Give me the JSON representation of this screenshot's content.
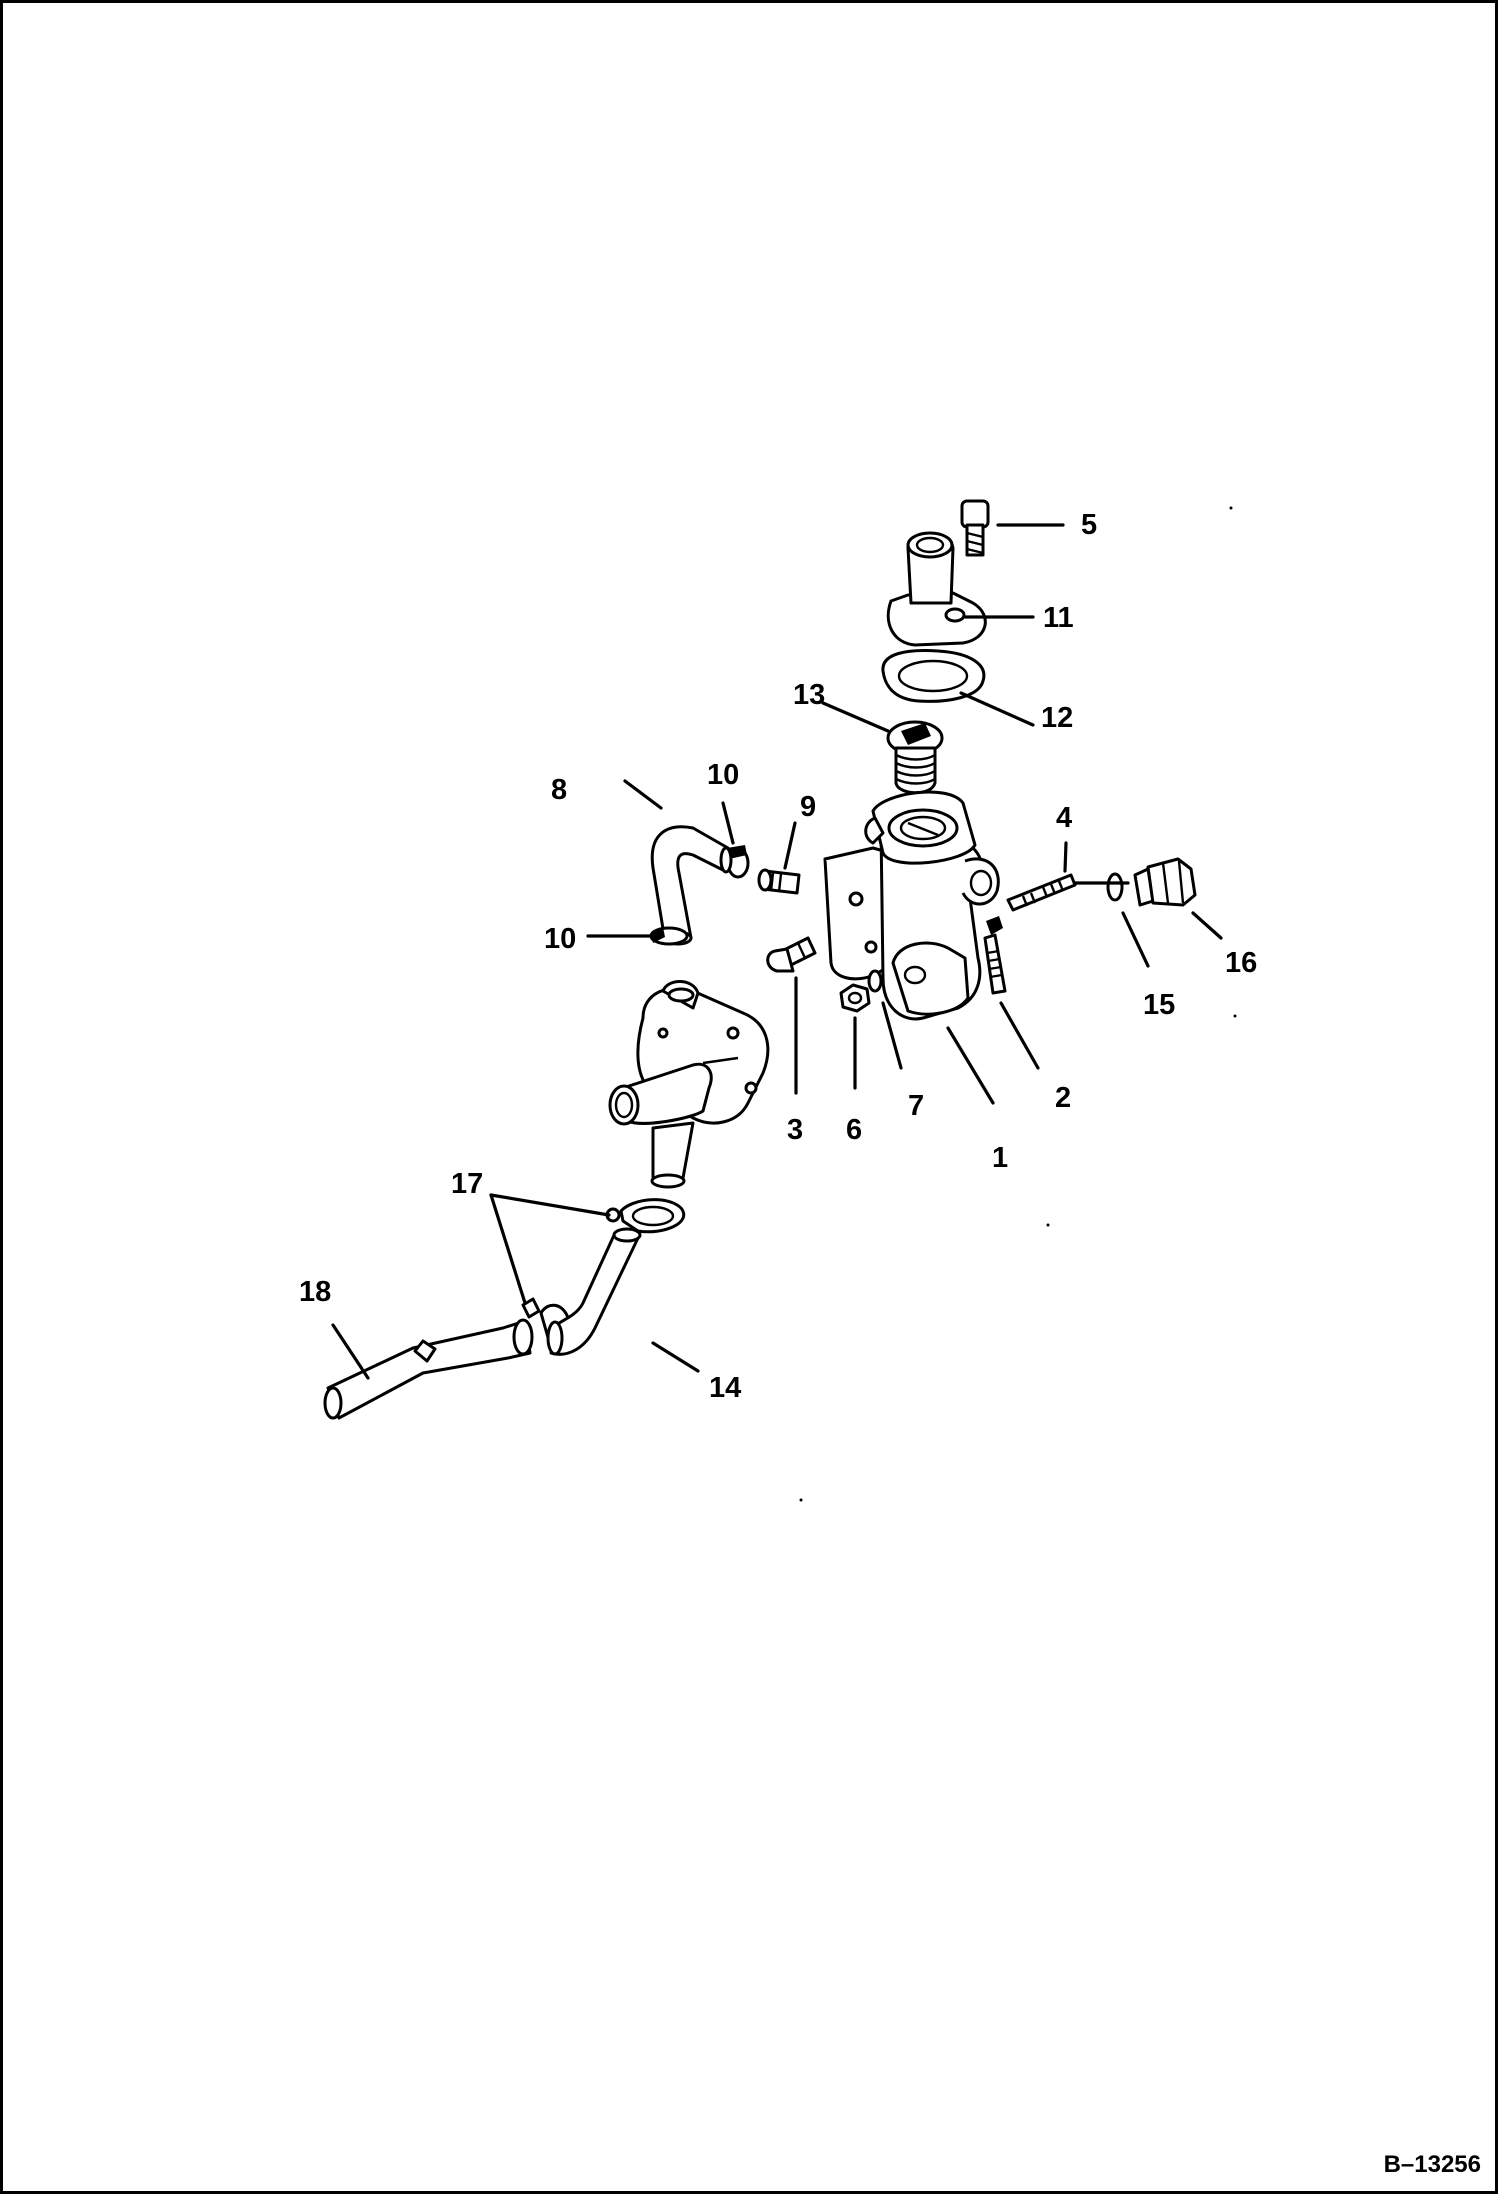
{
  "diagram": {
    "reference_code": "B–13256",
    "callouts": [
      {
        "id": "c1",
        "text": "1"
      },
      {
        "id": "c2",
        "text": "2"
      },
      {
        "id": "c3",
        "text": "3"
      },
      {
        "id": "c4",
        "text": "4"
      },
      {
        "id": "c5",
        "text": "5"
      },
      {
        "id": "c6",
        "text": "6"
      },
      {
        "id": "c7",
        "text": "7"
      },
      {
        "id": "c8",
        "text": "8"
      },
      {
        "id": "c9",
        "text": "9"
      },
      {
        "id": "c10a",
        "text": "10"
      },
      {
        "id": "c10b",
        "text": "10"
      },
      {
        "id": "c11",
        "text": "11"
      },
      {
        "id": "c12",
        "text": "12"
      },
      {
        "id": "c13",
        "text": "13"
      },
      {
        "id": "c14",
        "text": "14"
      },
      {
        "id": "c15",
        "text": "15"
      },
      {
        "id": "c16",
        "text": "16"
      },
      {
        "id": "c17",
        "text": "17"
      },
      {
        "id": "c18",
        "text": "18"
      }
    ]
  }
}
